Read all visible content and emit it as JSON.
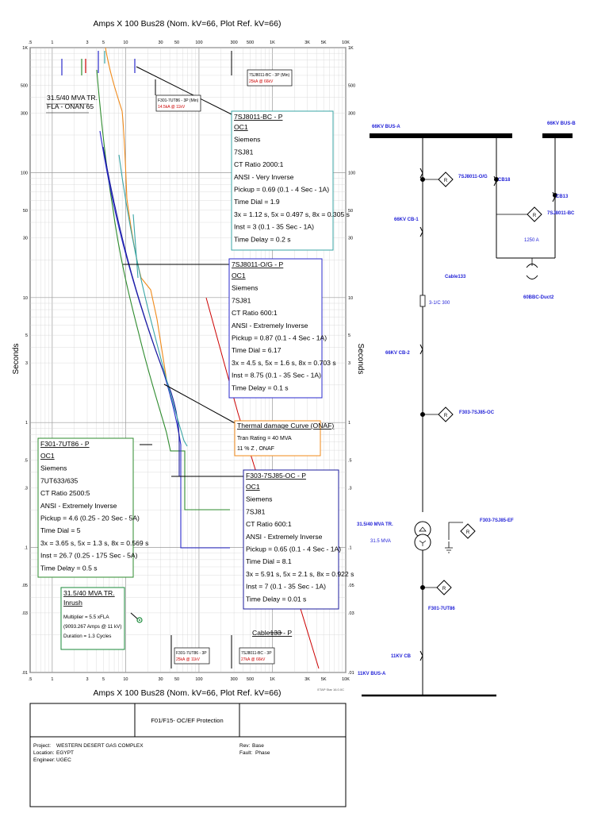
{
  "header": {
    "top_title": "Amps  X  100   Bus28 (Nom. kV=66, Plot Ref. kV=66)",
    "bottom_title": "Amps  X  100   Bus28 (Nom. kV=66, Plot Ref. kV=66)",
    "y_axis_label": "Seconds",
    "software_tag": "ETAP Star 16.0.0C"
  },
  "x_ticks": [
    ".5",
    "1",
    "3",
    "5",
    "10",
    "30",
    "50",
    "100",
    "300",
    "500",
    "1K",
    "3K",
    "5K",
    "10K"
  ],
  "y_ticks": [
    "1K",
    "500",
    "300",
    "100",
    "50",
    "30",
    "10",
    "5",
    "3",
    "1",
    ".5",
    ".3",
    ".1",
    ".05",
    ".03",
    ".01"
  ],
  "transformer_label": {
    "line1": "31.5/40 MVA TR.",
    "line2": "FLA - ONAN 65"
  },
  "small_tags": {
    "t1": {
      "title": "7SJ8011-BC - 3P (Min)",
      "value": "25kA @ 66kV"
    },
    "t2": {
      "title": "F301-7UT86 - 3P (Min)",
      "value": "14.5kA @ 11kV"
    },
    "t3": {
      "title": "F301-7UT86 - 3P",
      "value": "25kA @ 11kV"
    },
    "t4": {
      "title": "7SJ8011-BC - 3P",
      "value": "27kA @ 66kV"
    }
  },
  "relay_boxes": {
    "bc": {
      "title": "7SJ8011-BC - P",
      "lines": [
        "OC1",
        "Siemens",
        "7SJ81",
        "CT Ratio 2000:1",
        "ANSI - Very Inverse",
        "Pickup = 0.69 (0.1 - 4  Sec - 1A)",
        "Time Dial = 1.9",
        "3x = 1.12 s, 5x = 0.497 s, 8x = 0.305 s",
        "Inst = 3 (0.1 - 35  Sec - 1A)",
        "Time Delay = 0.2 s"
      ]
    },
    "og": {
      "title": "7SJ8011-O/G - P",
      "lines": [
        "OC1",
        "Siemens",
        "7SJ81",
        "CT Ratio 600:1",
        "ANSI - Extremely Inverse",
        "Pickup = 0.87 (0.1 - 4  Sec - 1A)",
        "Time Dial = 6.17",
        "3x = 4.5 s, 5x = 1.6 s, 8x = 0.703 s",
        "Inst = 8.75 (0.1 - 35  Sec - 1A)",
        "Time Delay = 0.1 s"
      ]
    },
    "thermal": {
      "title": "Thermal damage Curve (ONAF)",
      "lines": [
        "Tran Rating = 40 MVA",
        "11 % Z , ONAF"
      ]
    },
    "ut86": {
      "title": "F301-7UT86 - P",
      "lines": [
        "OC1",
        "Siemens",
        "7UT633/635",
        "CT Ratio 2500:5",
        "ANSI - Extremely Inverse",
        "Pickup = 4.6 (0.25 - 20  Sec - 5A)",
        "Time Dial = 5",
        "3x = 3.65 s, 5x = 1.3 s, 8x = 0.569 s",
        "Inst = 26.7 (0.25 - 175  Sec - 5A)",
        "Time Delay = 0.5 s"
      ]
    },
    "oc": {
      "title": "F303-7SJ85-OC - P",
      "lines": [
        "OC1",
        "Siemens",
        "7SJ81",
        "CT Ratio 600:1",
        "ANSI - Extremely Inverse",
        "Pickup = 0.65 (0.1 - 4  Sec - 1A)",
        "Time Dial = 8.1",
        "3x = 5.91 s, 5x = 2.1 s, 8x = 0.922 s",
        "Inst = 7 (0.1 - 35  Sec - 1A)",
        "Time Delay = 0.01 s"
      ]
    },
    "inrush": {
      "title": "31.5/40 MVA TR.",
      "subtitle": "Inrush",
      "lines": [
        "Multiplier = 5.5 xFLA",
        "(9093.267 Amps @ 11 kV)",
        "Duration = 1.3 Cycles"
      ]
    }
  },
  "cable_label": "Cable133 - P",
  "footer": {
    "title": "F01/F15- OC/EF Protection",
    "project_label": "Project:",
    "project": "WESTERN DESERT GAS COMPLEX",
    "location_label": "Location:",
    "location": "EGYPT",
    "engineer_label": "Engineer:",
    "engineer": "UGEC",
    "rev_label": "Rev:",
    "rev": "Base",
    "fault_label": "Fault:",
    "fault": "Phase"
  },
  "sld": {
    "bus_a": "66KV BUS-A",
    "bus_b": "66KV BUS-B",
    "relay_og": "7SJ8011-O/G",
    "cb18": "CB18",
    "cb13": "CB13",
    "relay_bc": "7SJ8011-BC",
    "cb1": "66KV CB-1",
    "reactor_rating": "1250 A",
    "cable": "Cable133",
    "cable_size": "3-1/C 300",
    "duct": "60BBC-Duct2",
    "cb2": "66KV CB-2",
    "relay_oc": "F303-7SJ85-OC",
    "tr_name": "31.5/40 MVA TR.",
    "tr_rating": "31.5 MVA",
    "relay_ef": "F303-7SJ85-EF",
    "relay_ut86": "F301-7UT86",
    "cb_11kv": "11KV CB",
    "bus_11kv": "11KV BUS-A",
    "relay_symbol": "R"
  },
  "colors": {
    "blue_label": "#1f1fd6",
    "bc_box": "#3aa6a6",
    "og_box": "#2a2acc",
    "thermal_box": "#f08a1a",
    "ut86_box": "#2e8b2e",
    "oc_box": "#1c1c9c",
    "fault_red": "#cc0000",
    "inrush_green": "#1a8a3a"
  }
}
